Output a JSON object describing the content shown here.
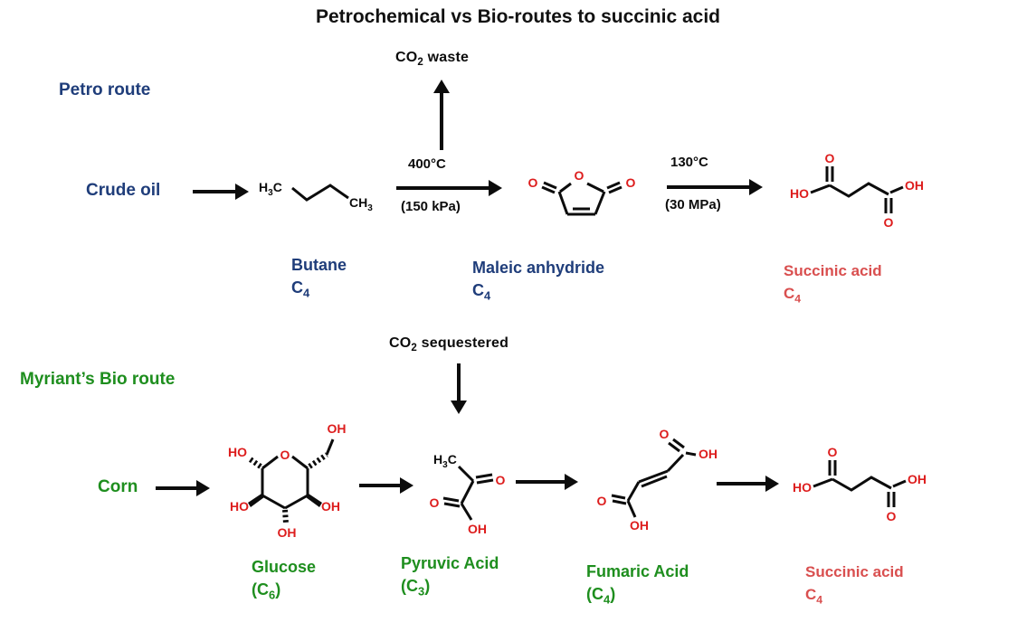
{
  "title": "Petrochemical vs Bio-routes to succinic acid",
  "colors": {
    "navy": "#1f3d7a",
    "green": "#1e8e1e",
    "label_red": "#d94f4f",
    "atom_red": "#dd1d1d"
  },
  "petro": {
    "route_label": "Petro route",
    "co2_label": {
      "prefix": "CO",
      "sub": "2",
      "suffix": " waste"
    },
    "feedstock_label": "Crude oil",
    "steps": [
      {
        "temp": "400°C",
        "pressure": "(150 kPa)"
      },
      {
        "temp": "130°C",
        "pressure": "(30 MPa)"
      }
    ],
    "compounds": [
      {
        "name": "Butane",
        "formula": {
          "pre": "",
          "symbol": "C",
          "sub": "4",
          "post": ""
        }
      },
      {
        "name": "Maleic anhydride",
        "formula": {
          "pre": "",
          "symbol": "C",
          "sub": "4",
          "post": ""
        }
      },
      {
        "name": "Succinic acid",
        "formula": {
          "pre": "",
          "symbol": "C",
          "sub": "4",
          "post": ""
        }
      }
    ]
  },
  "bio": {
    "route_label": "Myriant’s Bio route",
    "co2_label": {
      "prefix": "CO",
      "sub": "2",
      "suffix": " sequestered"
    },
    "feedstock_label": "Corn",
    "compounds": [
      {
        "name": "Glucose",
        "formula": {
          "pre": "(",
          "symbol": "C",
          "sub": "6",
          "post": ")"
        }
      },
      {
        "name": "Pyruvic Acid",
        "formula": {
          "pre": "(",
          "symbol": "C",
          "sub": "3",
          "post": ")"
        }
      },
      {
        "name": "Fumaric Acid",
        "formula": {
          "pre": "(",
          "symbol": "C",
          "sub": "4",
          "post": ")"
        }
      },
      {
        "name": "Succinic acid",
        "formula": {
          "pre": "",
          "symbol": "C",
          "sub": "4",
          "post": ""
        }
      }
    ]
  },
  "atoms": {
    "o": "O",
    "oh": "OH",
    "ho": "HO",
    "h": "H",
    "c": "C",
    "n3": "3",
    "n2": "2"
  }
}
